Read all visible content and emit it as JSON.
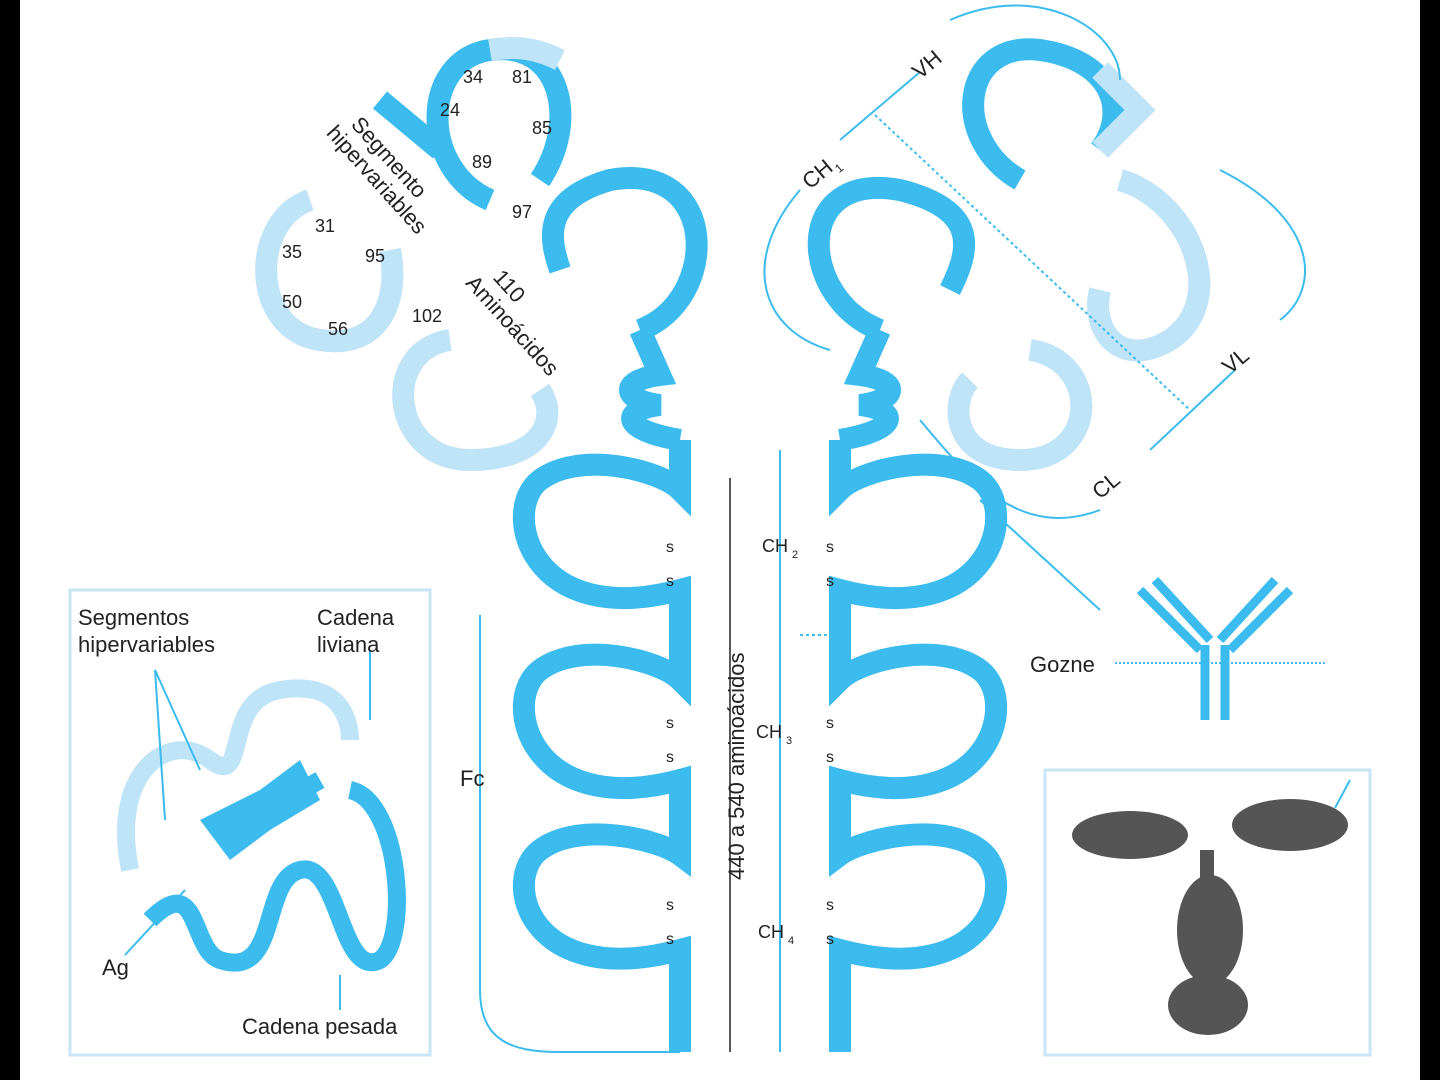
{
  "colors": {
    "heavy": "#3bbbee",
    "light": "#bfe3f7",
    "text": "#222222",
    "inset_border": "#c9e6f6"
  },
  "labels": {
    "segmento_hipervariables": [
      "Segmento",
      "hipervariables"
    ],
    "aminoacidos_110": [
      "110",
      "Aminoácidos"
    ],
    "vh": "VH",
    "ch1": "CH",
    "ch1_sub": "1",
    "vl": "VL",
    "cl": "CL",
    "ch2": "CH",
    "ch2_sub": "2",
    "ch3": "CH",
    "ch3_sub": "3",
    "ch4": "CH",
    "ch4_sub": "4",
    "fc": "Fc",
    "aa_range": "440 a 540 aminoácidos",
    "gozne": "Gozne",
    "ss_letter": "s",
    "residues": [
      "34",
      "81",
      "24",
      "85",
      "89",
      "97",
      "31",
      "35",
      "95",
      "50",
      "56",
      "102"
    ]
  },
  "inset_left": {
    "segmentos": [
      "Segmentos",
      "hipervariables"
    ],
    "cadena_liviana": [
      "Cadena",
      "liviana"
    ],
    "ag": "Ag",
    "cadena_pesada": "Cadena pesada"
  }
}
